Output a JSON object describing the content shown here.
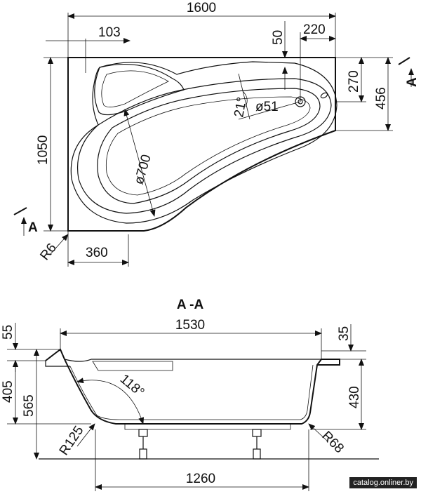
{
  "plan": {
    "dim_length": "1600",
    "dim_103": "103",
    "dim_50": "50",
    "dim_220": "220",
    "dim_270": "270",
    "dim_456": "456",
    "dim_width": "1050",
    "dim_360": "360",
    "radius_corner": "R6",
    "diameter_basin": "ø700",
    "diameter_drain": "ø51",
    "angle": "21°",
    "section_marker": "A"
  },
  "section": {
    "title": "A -A",
    "dim_1530": "1530",
    "dim_55": "55",
    "dim_35": "35",
    "dim_405": "405",
    "dim_565": "565",
    "dim_430": "430",
    "angle_118": "118°",
    "radius_125": "R125",
    "radius_68": "R68",
    "dim_1260": "1260"
  },
  "watermark": "catalog.onliner.by"
}
